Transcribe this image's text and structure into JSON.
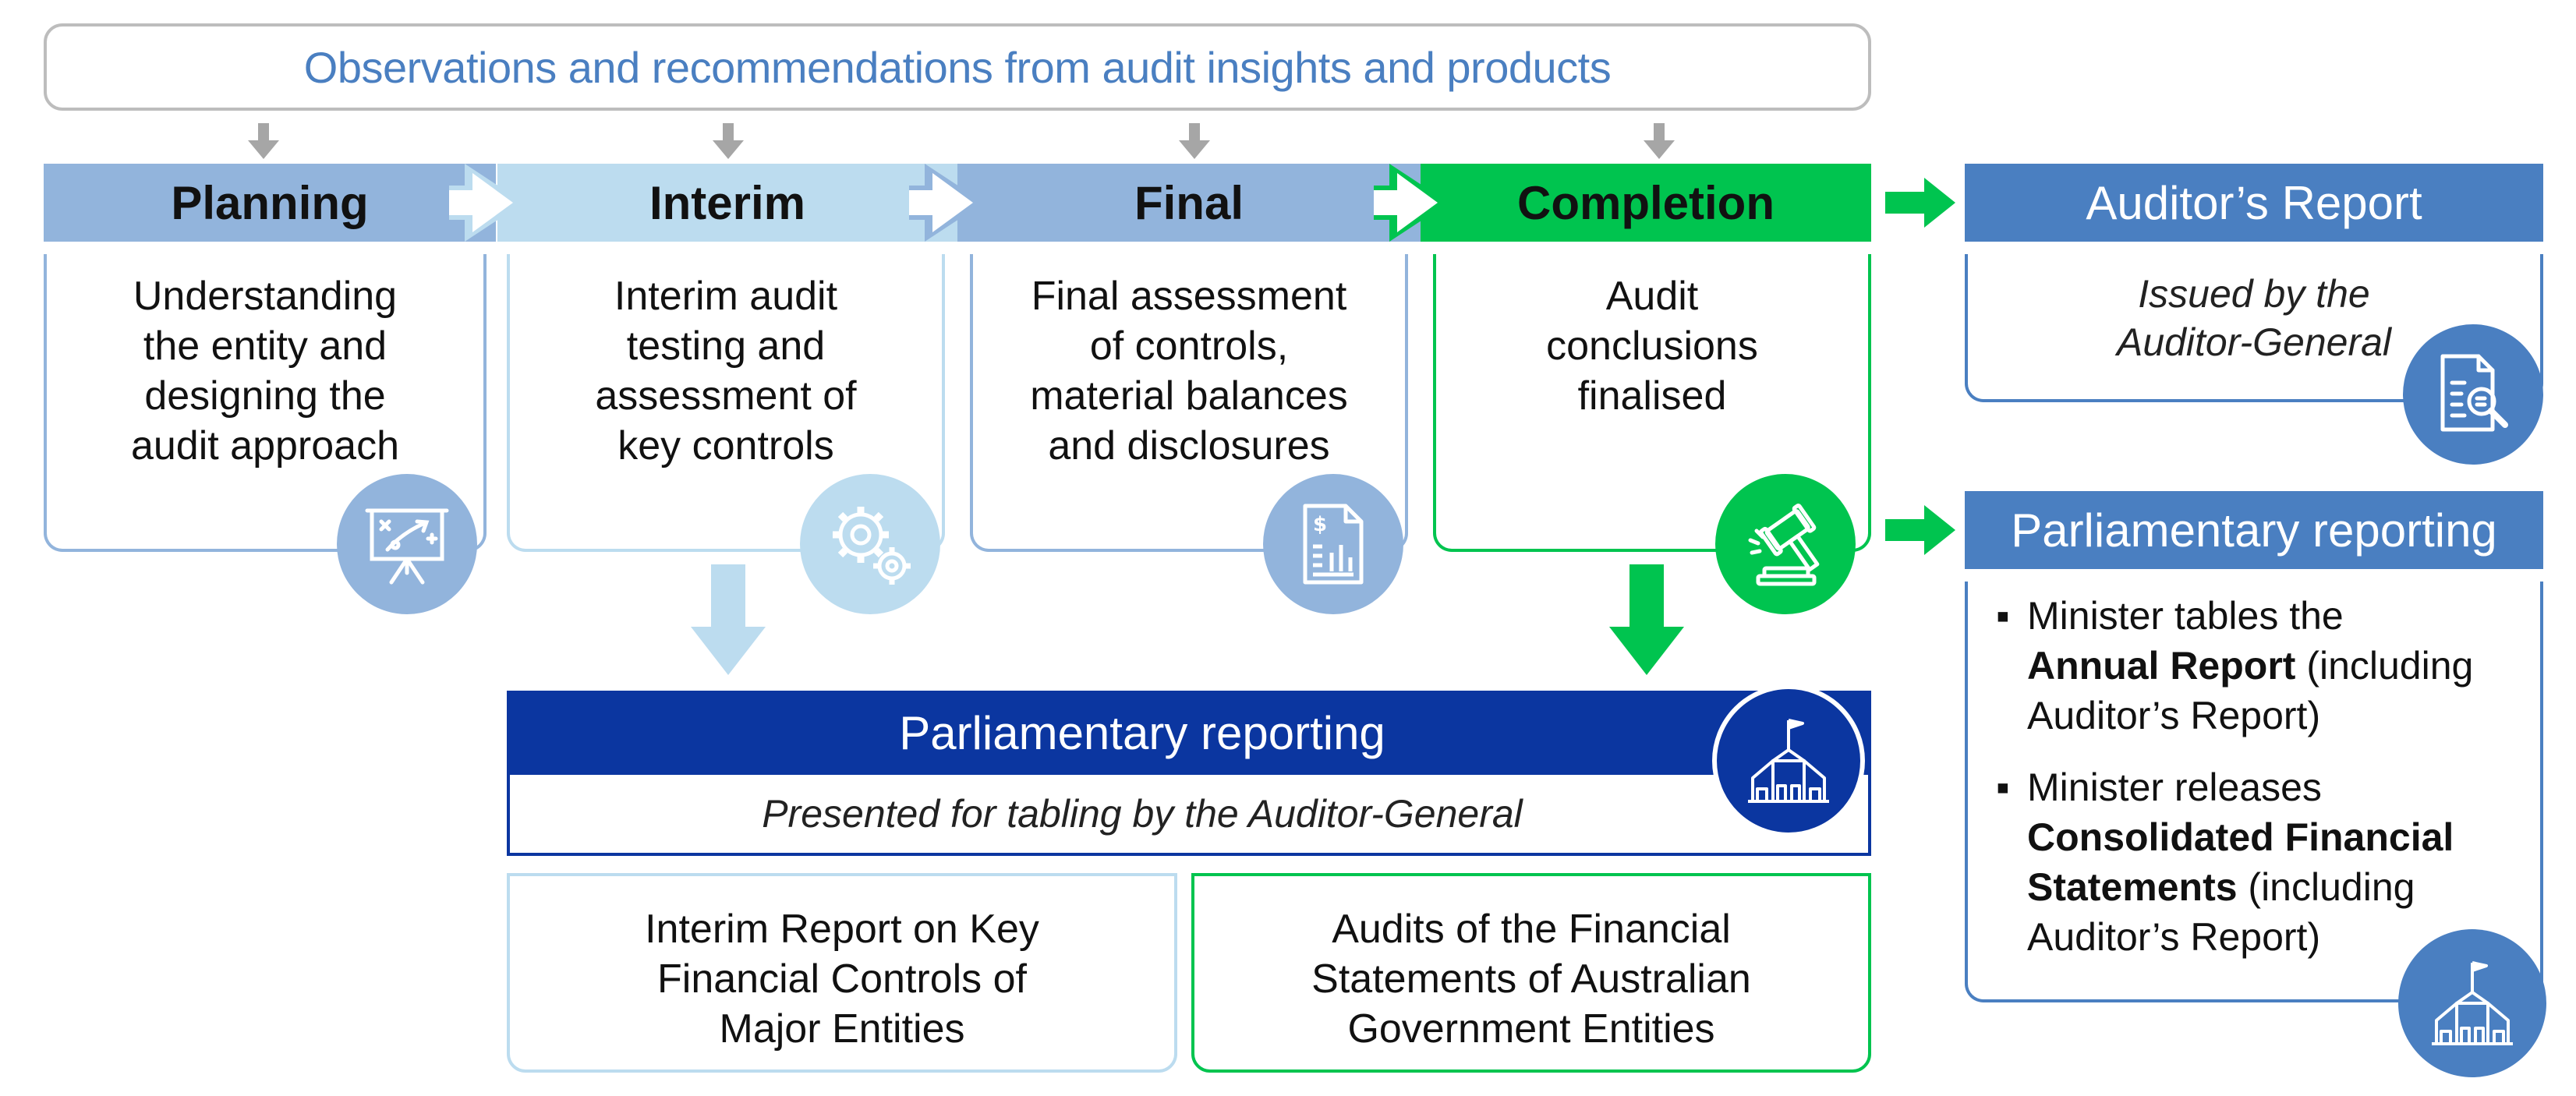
{
  "banner": {
    "text": "Observations and recommendations from audit insights and products"
  },
  "phases": [
    {
      "title": "Planning",
      "description_lines": [
        "Understanding",
        "the entity and",
        "designing the",
        "audit approach"
      ],
      "icon": "strategy-board-icon"
    },
    {
      "title": "Interim",
      "description_lines": [
        "Interim audit",
        "testing and",
        "assessment of",
        "key controls"
      ],
      "icon": "gears-icon"
    },
    {
      "title": "Final",
      "description_lines": [
        "Final assessment",
        "of controls,",
        "material balances",
        "and disclosures"
      ],
      "icon": "financial-document-icon"
    },
    {
      "title": "Completion",
      "description_lines": [
        "Audit",
        "conclusions",
        "finalised"
      ],
      "icon": "gavel-icon"
    }
  ],
  "auditors_report": {
    "title": "Auditor’s Report",
    "description_lines": [
      "Issued by the",
      "Auditor-General"
    ],
    "icon": "report-search-icon"
  },
  "parliamentary_reporting_side": {
    "title": "Parliamentary reporting",
    "bullets": [
      {
        "lines": [
          [
            {
              "t": "Minister tables the",
              "b": false
            }
          ],
          [
            {
              "t": "Annual Report",
              "b": true
            },
            {
              "t": " (including",
              "b": false
            }
          ],
          [
            {
              "t": "Auditor’s Report)",
              "b": false
            }
          ]
        ]
      },
      {
        "lines": [
          [
            {
              "t": "Minister releases",
              "b": false
            }
          ],
          [
            {
              "t": "Consolidated Financial",
              "b": true
            }
          ],
          [
            {
              "t": "Statements",
              "b": true
            },
            {
              "t": " (including",
              "b": false
            }
          ],
          [
            {
              "t": "Auditor’s Report)",
              "b": false
            }
          ]
        ]
      }
    ],
    "icon": "parliament-house-icon"
  },
  "parliamentary_reporting_center": {
    "title": "Parliamentary reporting",
    "subtitle": "Presented for tabling by the Auditor-General",
    "icon": "parliament-house-icon"
  },
  "reports": [
    {
      "lines": [
        "Interim Report on Key",
        "Financial Controls of",
        "Major Entities"
      ]
    },
    {
      "lines": [
        "Audits of the Financial",
        "Statements of Australian",
        "Government Entities"
      ]
    }
  ],
  "colors": {
    "banner_text": "#4a7fc1",
    "planning": "#92b4dc",
    "interim": "#bcdcef",
    "final": "#92b4dc",
    "completion": "#00c44f",
    "report_blue": "#4a7fc1",
    "parliament_navy": "#0b36a0",
    "arrow_gray": "#a6a6a6"
  }
}
